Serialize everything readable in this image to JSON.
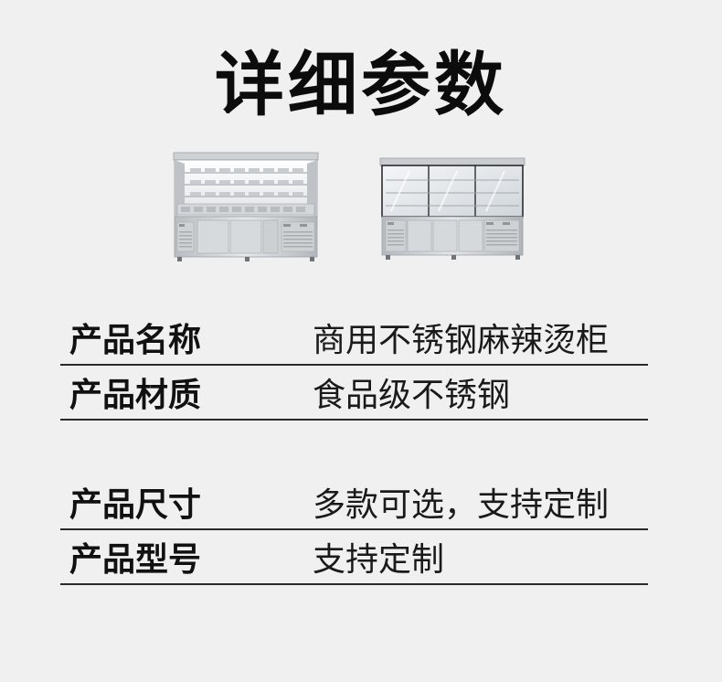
{
  "title": "详细参数",
  "specs": [
    {
      "label": "产品名称",
      "value": "商用不锈钢麻辣烫柜"
    },
    {
      "label": "产品材质",
      "value": "食品级不锈钢"
    },
    {
      "label": "产品尺寸",
      "value": "多款可选，支持定制"
    },
    {
      "label": "产品型号",
      "value": "支持定制"
    }
  ],
  "colors": {
    "background": "#f0f0f0",
    "text": "#111111",
    "divider": "#2a2a2a",
    "steel": "#c9ccd0"
  }
}
